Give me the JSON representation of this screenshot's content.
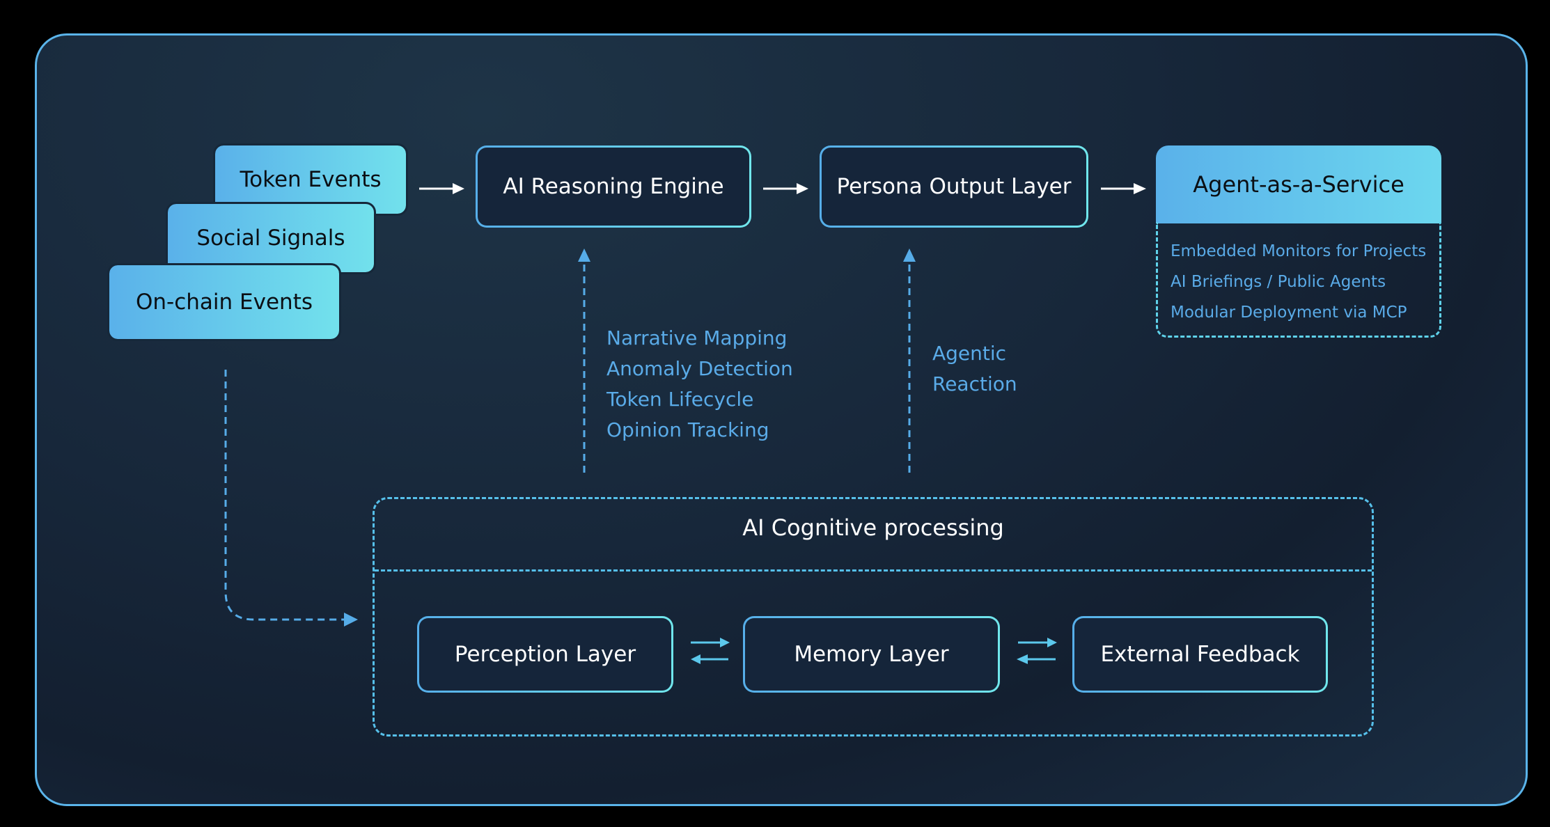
{
  "inputs": {
    "token_events": "Token Events",
    "social_signals": "Social Signals",
    "onchain_events": "On-chain Events"
  },
  "pipeline": {
    "reasoning_engine": "AI Reasoning Engine",
    "persona_output": "Persona Output Layer",
    "agent_service": {
      "title": "Agent-as-a-Service",
      "items": [
        "Embedded Monitors for Projects",
        "AI Briefings / Public Agents",
        "Modular Deployment via MCP"
      ]
    }
  },
  "annotations": {
    "reasoning_feeds": [
      "Narrative Mapping",
      "Anomaly Detection",
      "Token Lifecycle",
      "Opinion Tracking"
    ],
    "persona_feeds": [
      "Agentic",
      "Reaction"
    ]
  },
  "cognitive": {
    "title": "AI Cognitive processing",
    "layers": [
      "Perception Layer",
      "Memory Layer",
      "External Feedback"
    ]
  },
  "colors": {
    "accent_blue": "#5ab4ea",
    "accent_cyan": "#70e6ec",
    "annotation_text": "#5aabe8",
    "panel_bg": "#17273a"
  }
}
